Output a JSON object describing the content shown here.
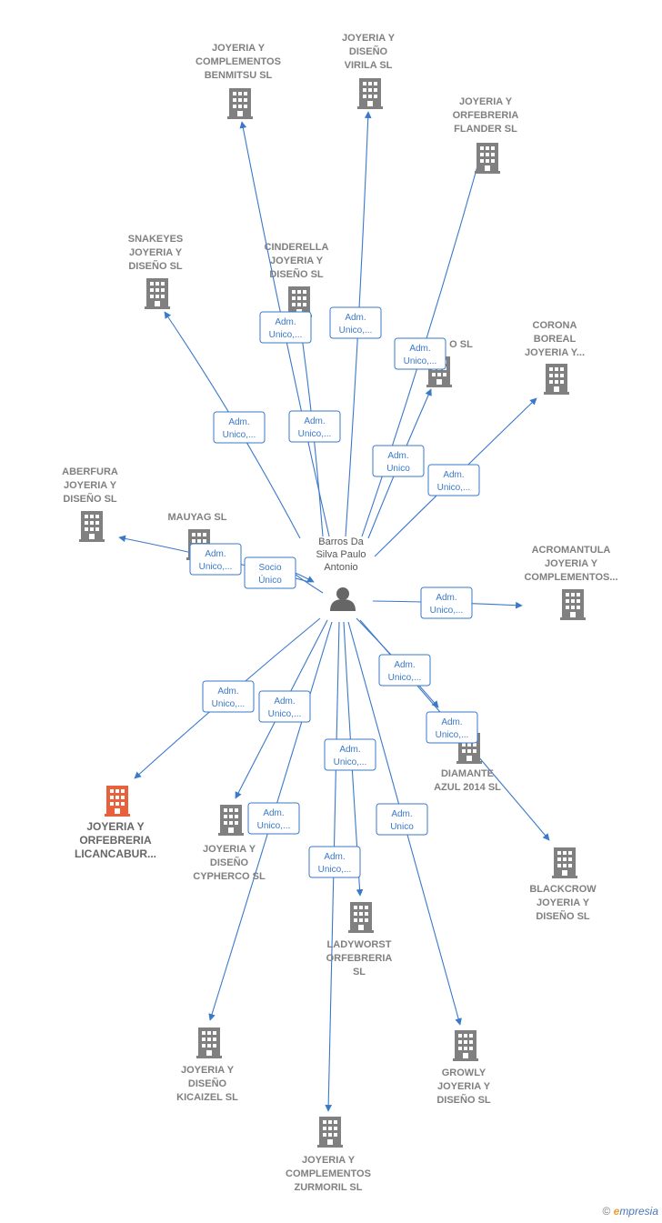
{
  "colors": {
    "edge": "#3a78c9",
    "company": "#808080",
    "highlight": "#e8603c",
    "person": "#666666"
  },
  "center": {
    "label_lines": [
      "Barros Da",
      "Silva Paulo",
      "Antonio"
    ],
    "icon": "person-icon"
  },
  "nodes": [
    {
      "id": "benmitsu",
      "lines": [
        "JOYERIA Y",
        "COMPLEMENTOS",
        "BENMITSU  SL"
      ]
    },
    {
      "id": "virila",
      "lines": [
        "JOYERIA Y",
        "DISEÑO",
        "VIRILA  SL"
      ]
    },
    {
      "id": "flander",
      "lines": [
        "JOYERIA Y",
        "ORFEBRERIA",
        "FLANDER  SL"
      ]
    },
    {
      "id": "snakeyes",
      "lines": [
        "SNAKEYES",
        "JOYERIA Y",
        "DISEÑO  SL"
      ]
    },
    {
      "id": "cinderella",
      "lines": [
        "CINDERELLA",
        "JOYERIA Y",
        "DISEÑO  SL"
      ]
    },
    {
      "id": "hidden-sl",
      "lines": [
        "O  SL"
      ]
    },
    {
      "id": "corona",
      "lines": [
        "CORONA",
        "BOREAL",
        "JOYERIA Y..."
      ]
    },
    {
      "id": "aberfura",
      "lines": [
        "ABERFURA",
        "JOYERIA Y",
        "DISEÑO  SL"
      ]
    },
    {
      "id": "mauyag",
      "lines": [
        "MAUYAG  SL"
      ]
    },
    {
      "id": "acromantula",
      "lines": [
        "ACROMANTULA",
        "JOYERIA Y",
        "COMPLEMENTOS..."
      ]
    },
    {
      "id": "diamante",
      "lines": [
        "DIAMANTE",
        "AZUL 2014 SL"
      ]
    },
    {
      "id": "licancabur",
      "lines": [
        "JOYERIA Y",
        "ORFEBRERIA",
        "LICANCABUR..."
      ],
      "highlight": true
    },
    {
      "id": "cypherco",
      "lines": [
        "JOYERIA Y",
        "DISEÑO",
        "CYPHERCO  SL"
      ]
    },
    {
      "id": "blackcrow",
      "lines": [
        "BLACKCROW",
        "JOYERIA Y",
        "DISEÑO  SL"
      ]
    },
    {
      "id": "ladyworst",
      "lines": [
        "LADYWORST",
        "ORFEBRERIA",
        "SL"
      ]
    },
    {
      "id": "kicaizel",
      "lines": [
        "JOYERIA Y",
        "DISEÑO",
        "KICAIZEL  SL"
      ]
    },
    {
      "id": "growly",
      "lines": [
        "GROWLY",
        "JOYERIA Y",
        "DISEÑO  SL"
      ]
    },
    {
      "id": "zurmoril",
      "lines": [
        "JOYERIA Y",
        "COMPLEMENTOS",
        "ZURMORIL  SL"
      ]
    }
  ],
  "edges": [
    {
      "target": "benmitsu",
      "lines": [
        "Adm.",
        "Unico,..."
      ]
    },
    {
      "target": "virila",
      "lines": [
        "Adm.",
        "Unico,..."
      ]
    },
    {
      "target": "flander",
      "lines": [
        "Adm.",
        "Unico,..."
      ]
    },
    {
      "target": "snakeyes",
      "lines": [
        "Adm.",
        "Unico,..."
      ]
    },
    {
      "target": "cinderella",
      "lines": [
        "Adm.",
        "Unico,..."
      ]
    },
    {
      "target": "hidden-sl",
      "lines": [
        "Adm.",
        "Unico"
      ]
    },
    {
      "target": "corona",
      "lines": [
        "Adm.",
        "Unico,..."
      ]
    },
    {
      "target": "aberfura",
      "lines": [
        "Adm.",
        "Unico,..."
      ]
    },
    {
      "target": "mauyag",
      "lines": [
        "Socio",
        "Único"
      ]
    },
    {
      "target": "acromantula",
      "lines": [
        "Adm.",
        "Unico,..."
      ]
    },
    {
      "target": "diamante",
      "lines": [
        "Adm.",
        "Unico,..."
      ]
    },
    {
      "target": "blackcrow",
      "lines": [
        "Adm.",
        "Unico,..."
      ]
    },
    {
      "target": "licancabur",
      "lines": [
        "Adm.",
        "Unico,..."
      ]
    },
    {
      "target": "cypherco",
      "lines": [
        "Adm.",
        "Unico,..."
      ]
    },
    {
      "target": "ladyworst",
      "lines": [
        "Adm.",
        "Unico,..."
      ]
    },
    {
      "target": "kicaizel",
      "lines": [
        "Adm.",
        "Unico,..."
      ]
    },
    {
      "target": "growly",
      "lines": [
        "Adm.",
        "Unico"
      ]
    },
    {
      "target": "zurmoril",
      "lines": [
        "Adm.",
        "Unico,..."
      ]
    }
  ],
  "footer": {
    "copyright": "©",
    "brand_initial": "e",
    "brand_rest": "mpresia"
  }
}
